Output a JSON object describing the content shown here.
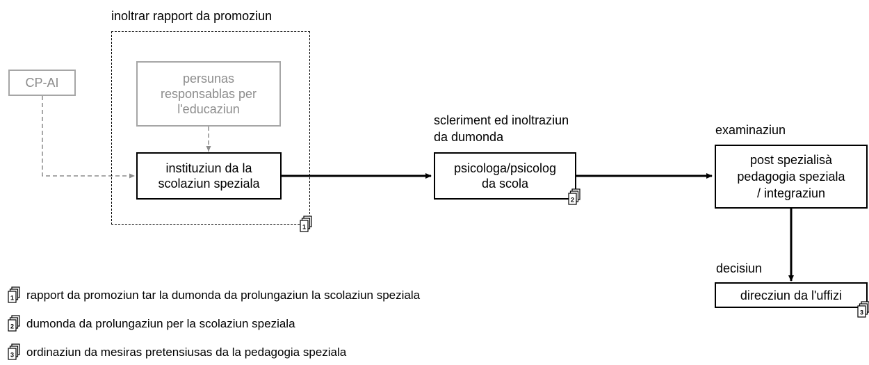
{
  "diagram": {
    "group_title": "inoltrar rapport da promoziun",
    "cp_ai": "CP-AI",
    "responsible_box": "persunas\nresponsablas per\nl'educaziun",
    "institution_box": "instituziun da la\nscolaziun speziala",
    "clarification_label": "scleriment ed inoltraziun\nda dumonda",
    "psychologist_box": "psicologa/psicolog\nda scola",
    "examination_label": "examinaziun",
    "special_post_box": "post spezialisà\npedagogia speziala\n/ integraziun",
    "decision_label": "decisiun",
    "direction_box": "direcziun da l'uffizi"
  },
  "documents": [
    {
      "number": "1",
      "text": "rapport da promoziun tar la dumonda da prolungaziun la scolaziun speziala"
    },
    {
      "number": "2",
      "text": "dumonda da prolungaziun per la scolaziun speziala"
    },
    {
      "number": "3",
      "text": "ordinaziun da mesiras pretensiusas da la pedagogia speziala"
    }
  ],
  "colors": {
    "grey_box_border": "#a6a6a6",
    "grey_text": "#8c8c8c",
    "dashed_arrow": "#8c8c8c",
    "main": "#000000"
  }
}
